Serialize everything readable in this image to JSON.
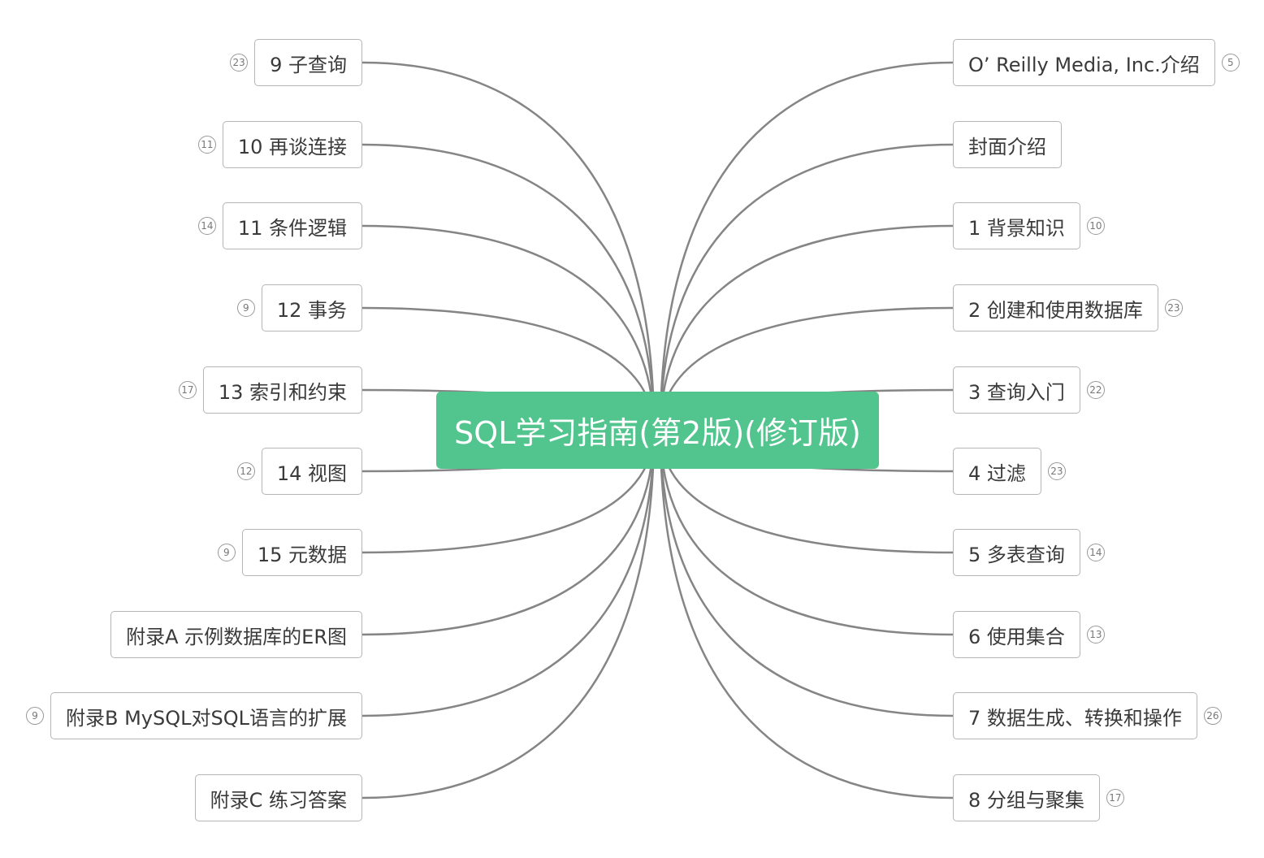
{
  "root": {
    "title": "SQL学习指南(第2版)(修订版)",
    "color": "#52c48d"
  },
  "left": [
    {
      "label": "9 子查询",
      "count": "23"
    },
    {
      "label": "10 再谈连接",
      "count": "11"
    },
    {
      "label": "11 条件逻辑",
      "count": "14"
    },
    {
      "label": "12 事务",
      "count": "9"
    },
    {
      "label": "13 索引和约束",
      "count": "17"
    },
    {
      "label": "14 视图",
      "count": "12"
    },
    {
      "label": "15 元数据",
      "count": "9"
    },
    {
      "label": "附录A 示例数据库的ER图",
      "count": null
    },
    {
      "label": "附录B MySQL对SQL语言的扩展",
      "count": "9"
    },
    {
      "label": "附录C 练习答案",
      "count": null
    }
  ],
  "right": [
    {
      "label": "O’ Reilly Media, Inc.介绍",
      "count": "5"
    },
    {
      "label": "封面介绍",
      "count": null
    },
    {
      "label": "1 背景知识",
      "count": "10"
    },
    {
      "label": "2 创建和使用数据库",
      "count": "23"
    },
    {
      "label": "3 查询入门",
      "count": "22"
    },
    {
      "label": "4 过滤",
      "count": "23"
    },
    {
      "label": "5 多表查询",
      "count": "14"
    },
    {
      "label": "6 使用集合",
      "count": "13"
    },
    {
      "label": "7 数据生成、转换和操作",
      "count": "26"
    },
    {
      "label": "8 分组与聚集",
      "count": "17"
    }
  ]
}
